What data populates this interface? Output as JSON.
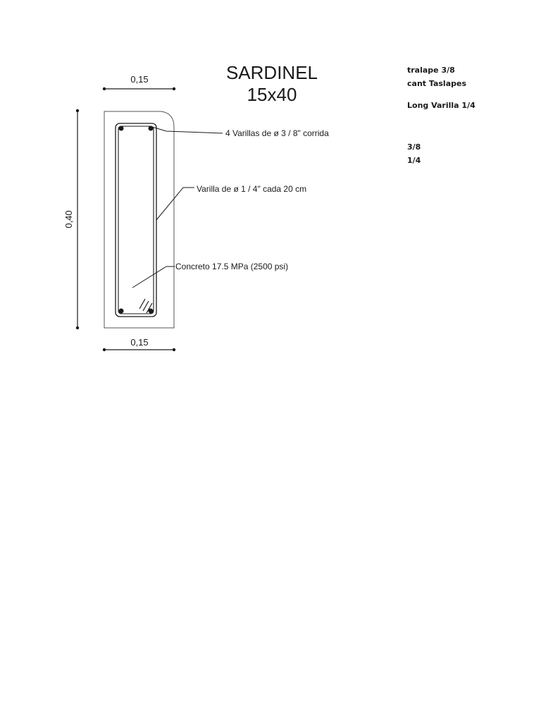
{
  "title": {
    "line1": "SARDINEL",
    "line2": "15x40"
  },
  "dimensions": {
    "top_width": "0,15",
    "bottom_width": "0,15",
    "height": "0,40"
  },
  "annotations": {
    "longitudinal_bars": "4 Varillas de ø  3 / 8\"  corrida",
    "stirrups": "Varilla de ø  1 / 4\"  cada 20 cm",
    "concrete": "Concreto 17.5 MPa (2500 psi)"
  },
  "side_notes": {
    "tralape": "tralape 3/8",
    "cant_traslapes": "cant Taslapes",
    "long_varilla": "Long Varilla 1/4",
    "size_3_8": "3/8",
    "size_1_4": "1/4"
  },
  "colors": {
    "line": "#1a1a1a",
    "section_outline": "#555555"
  }
}
